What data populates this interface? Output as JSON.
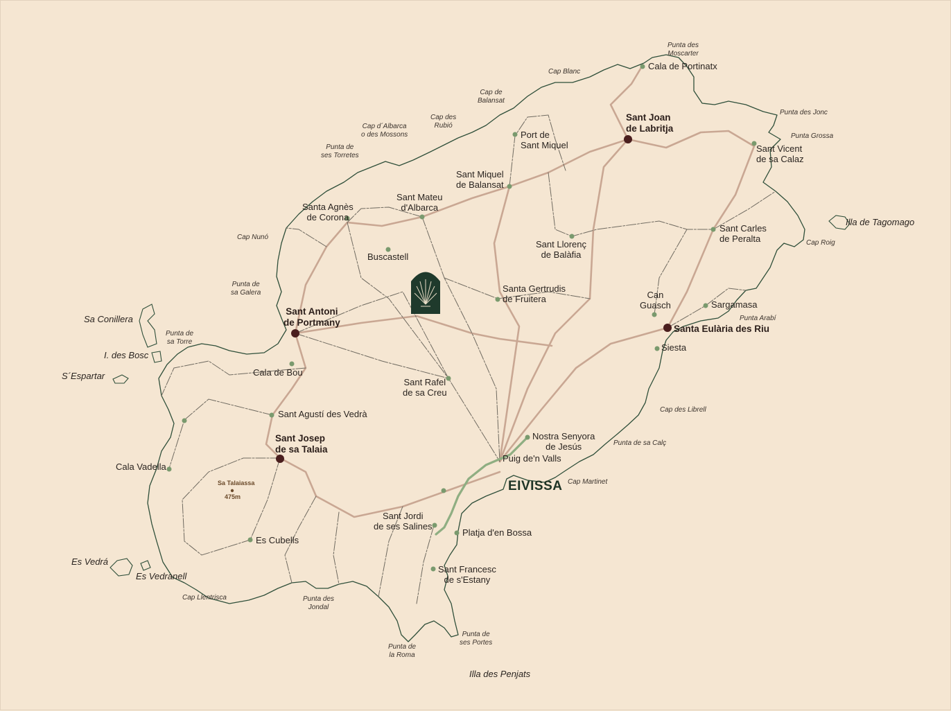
{
  "colors": {
    "background": "#f5e6d2",
    "coast": "#2f4f3a",
    "main_road": "#c9a793",
    "secondary_road": "#6f6a60",
    "town_dot": "#7a9a6e",
    "major_dot": "#4a1e1e",
    "highway": "#8fae82",
    "logo": "#1f3a2c"
  },
  "icons": {
    "logo": "palm-leaf-shield-icon"
  },
  "capital": "EIVISSA",
  "major_towns": {
    "sant_joan": "Sant Joan\nde Labritja",
    "santa_eularia": "Santa Eulària des Riu",
    "sant_antoni": "Sant Antoni\nde Portmany",
    "sant_josep": "Sant Josep\nde sa Talaia"
  },
  "towns": {
    "cala_portinatx": "Cala de Portinatx",
    "port_sant_miquel": "Port de\nSant Miquel",
    "sant_vicent": "Sant Vicent\nde sa Calaz",
    "sant_miquel": "Sant Miquel\nde Balansat",
    "sant_mateu": "Sant Mateu\nd'Albarca",
    "santa_agnes": "Santa Agnès\nde Corona",
    "sant_carles": "Sant Carles\nde Peralta",
    "buscastell": "Buscastell",
    "sant_llorenc": "Sant Llorenç\nde Balàfia",
    "santa_gertrudis": "Santa Gertrudis\nde Fruitera",
    "can_guasch": "Can\nGuasch",
    "sargamasa": "Sargamasa",
    "siesta": "Siesta",
    "cala_bou": "Cala de Bou",
    "sant_rafel": "Sant Rafel\nde sa Creu",
    "sant_agusti": "Sant Agustí des Vedrà",
    "nostra_senyora": "Nostra Senyora\nde Jesús",
    "puig_valls": "Puig de'n Valls",
    "cala_vadella": "Cala Vadella",
    "sant_jordi": "Sant Jordi\nde ses Salines",
    "platja_bossa": "Platja d'en Bossa",
    "es_cubells": "Es Cubells",
    "sant_francesc": "Sant Francesc\nde s'Estany"
  },
  "peak": {
    "name": "Sa Talaiassa",
    "height": "475m"
  },
  "capes": {
    "punta_moscarter": "Punta des\nMoscarter",
    "cap_blanc": "Cap Blanc",
    "cap_balansat": "Cap de\nBalansat",
    "cap_rubio": "Cap des\nRubió",
    "cap_albarca": "Cap d´Albarca\no des Mossons",
    "punta_torretes": "Punta de\nses Torretes",
    "punta_jonc": "Punta des Jonc",
    "punta_grossa": "Punta Grossa",
    "cap_nuno": "Cap Nunó",
    "cap_roig": "Cap Roig",
    "punta_galera": "Punta de\nsa Galera",
    "punta_arabi": "Punta Arabí",
    "punta_torre": "Punta de\nsa Torre",
    "cap_librell": "Cap des Librell",
    "punta_calc": "Punta de sa Calç",
    "cap_martinet": "Cap Martinet",
    "cap_llentrisca": "Cap Llentrisca",
    "punta_jondal": "Punta des\nJondal",
    "punta_portes": "Punta de\nses Portes",
    "punta_roma": "Punta de\nla Roma"
  },
  "islets": {
    "tagomago": "Illa de Tagomago",
    "conillera": "Sa Conillera",
    "bosc": "I. des Bosc",
    "espartar": "S´Espartar",
    "vedra": "Es Vedrá",
    "vedranell": "Es Vedranell",
    "penjats": "Illa des Penjats"
  }
}
